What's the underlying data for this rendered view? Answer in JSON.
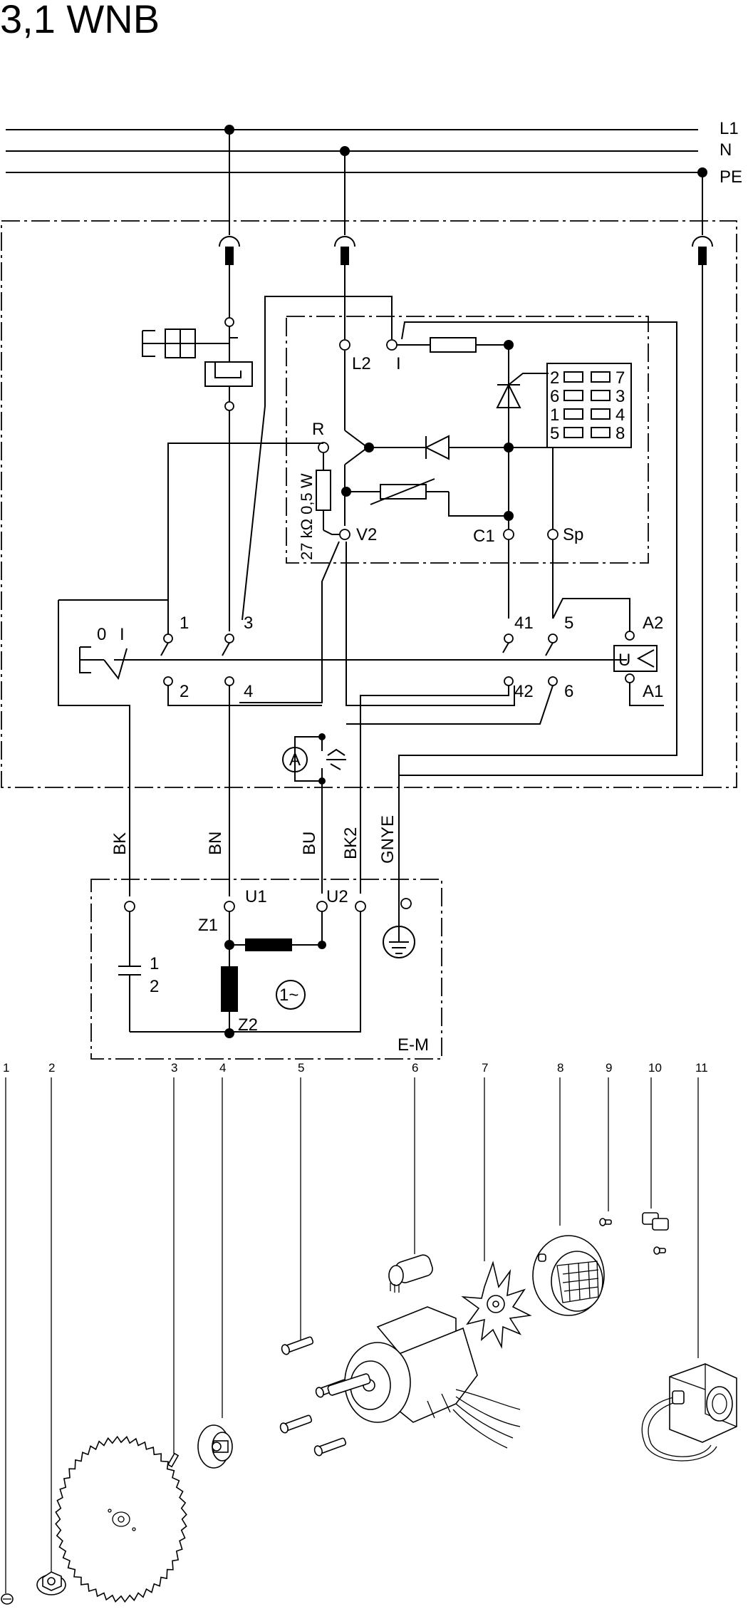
{
  "title": "3,1 WNB",
  "supply_lines": [
    "L1",
    "N",
    "PE"
  ],
  "controller": {
    "terminals": [
      "L2",
      "I",
      "R",
      "V2",
      "C1",
      "Sp"
    ],
    "resistor_label": "27 kΩ 0,5 W",
    "connector_pins": [
      {
        "left": "2",
        "right": "7"
      },
      {
        "left": "6",
        "right": "3"
      },
      {
        "left": "1",
        "right": "4"
      },
      {
        "left": "5",
        "right": "8"
      }
    ]
  },
  "main_switch": {
    "on_off_labels": [
      "0",
      "I"
    ],
    "contacts": [
      "1",
      "3",
      "2",
      "4"
    ]
  },
  "contactor": {
    "contacts": [
      "41",
      "5",
      "42",
      "6"
    ],
    "coil_symbol": "U",
    "coil_terminals": [
      "A2",
      "A1"
    ]
  },
  "ammeter_symbol": "A",
  "wire_colors": [
    "BK",
    "BN",
    "BU",
    "BK2",
    "GNYE"
  ],
  "motor": {
    "label": "E-M",
    "terminals": [
      "U1",
      "U2"
    ],
    "winding_points": [
      "Z1",
      "Z2"
    ],
    "capacitor_pins": [
      "1",
      "2"
    ],
    "phase_symbol": "1~"
  },
  "part_numbers": [
    "1",
    "2",
    "3",
    "4",
    "5",
    "6",
    "7",
    "8",
    "9",
    "10",
    "11"
  ]
}
